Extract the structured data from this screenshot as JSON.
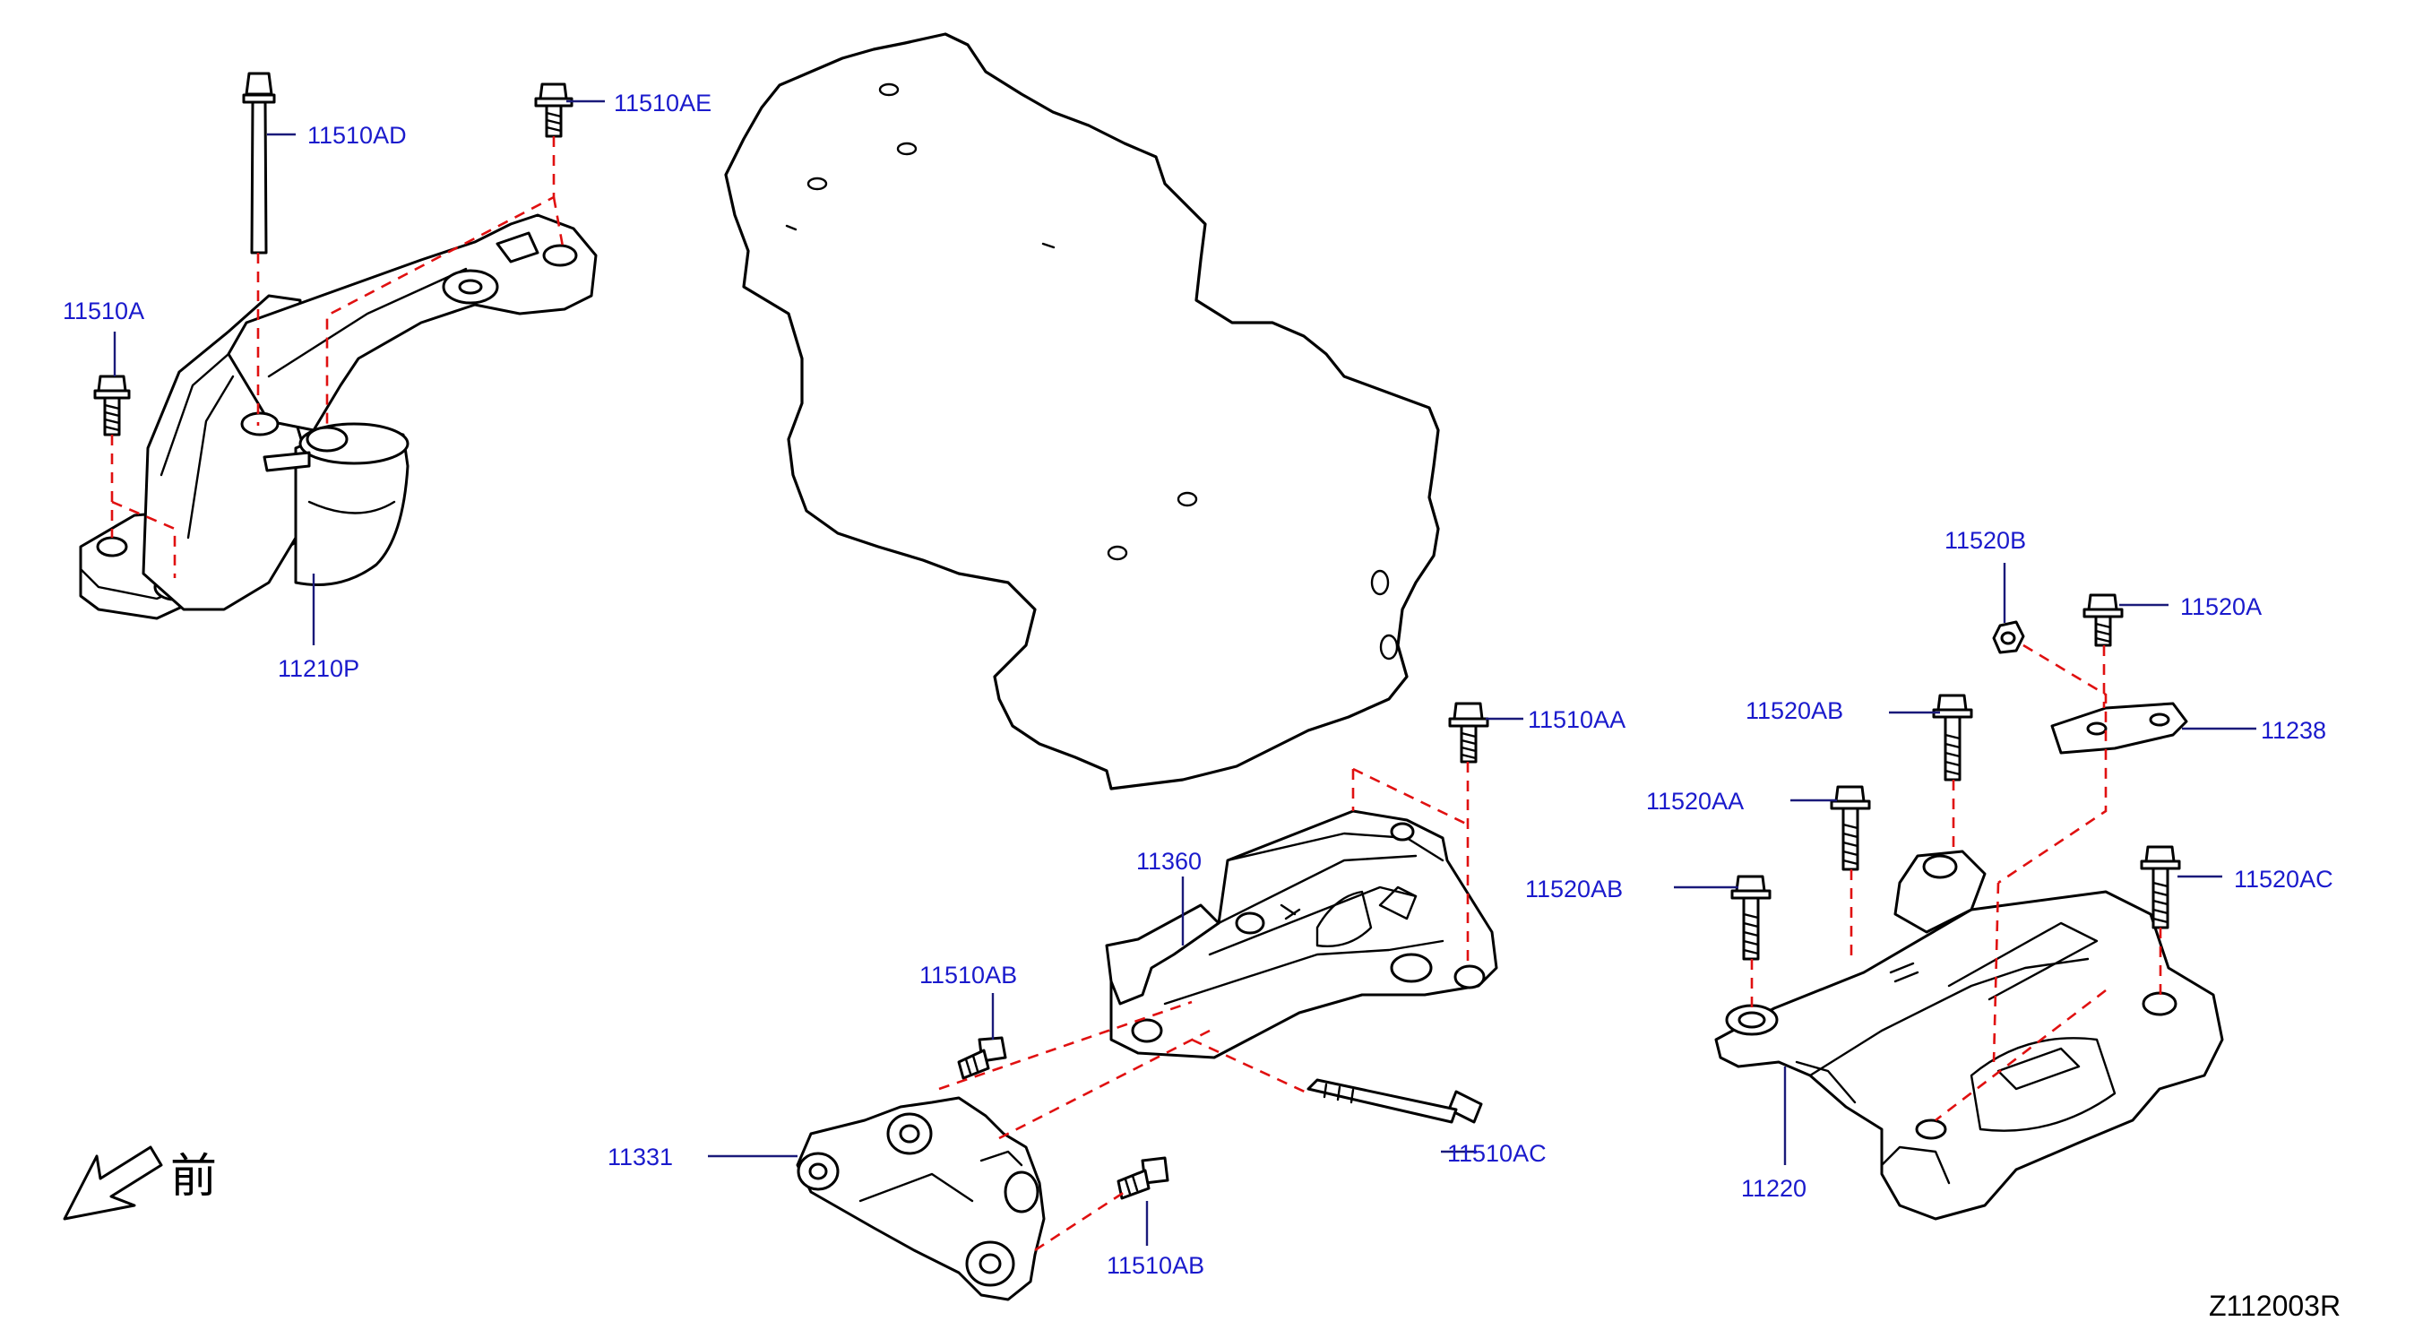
{
  "diagram": {
    "reference": "Z112003R",
    "front_label": "前",
    "colors": {
      "callout": "#1a1acc",
      "guide": "#e01010",
      "line": "#000000"
    },
    "callouts": {
      "p11510AD": "11510AD",
      "p11510AE": "11510AE",
      "p11510A": "11510A",
      "p11210P": "11210P",
      "p11510AA": "11510AA",
      "p11360": "11360",
      "p11510AB_top": "11510AB",
      "p11510AB_bottom": "11510AB",
      "p11331": "11331",
      "p11510AC": "11510AC",
      "p11520B": "11520B",
      "p11520A": "11520A",
      "p11238": "11238",
      "p11520AB_top": "11520AB",
      "p11520AA": "11520AA",
      "p11520AB_left": "11520AB",
      "p11520AC": "11520AC",
      "p11220": "11220"
    },
    "icons": [
      "front-arrow-icon",
      "bolt-icon",
      "nut-icon",
      "engine-mount-icon",
      "bracket-icon"
    ]
  }
}
